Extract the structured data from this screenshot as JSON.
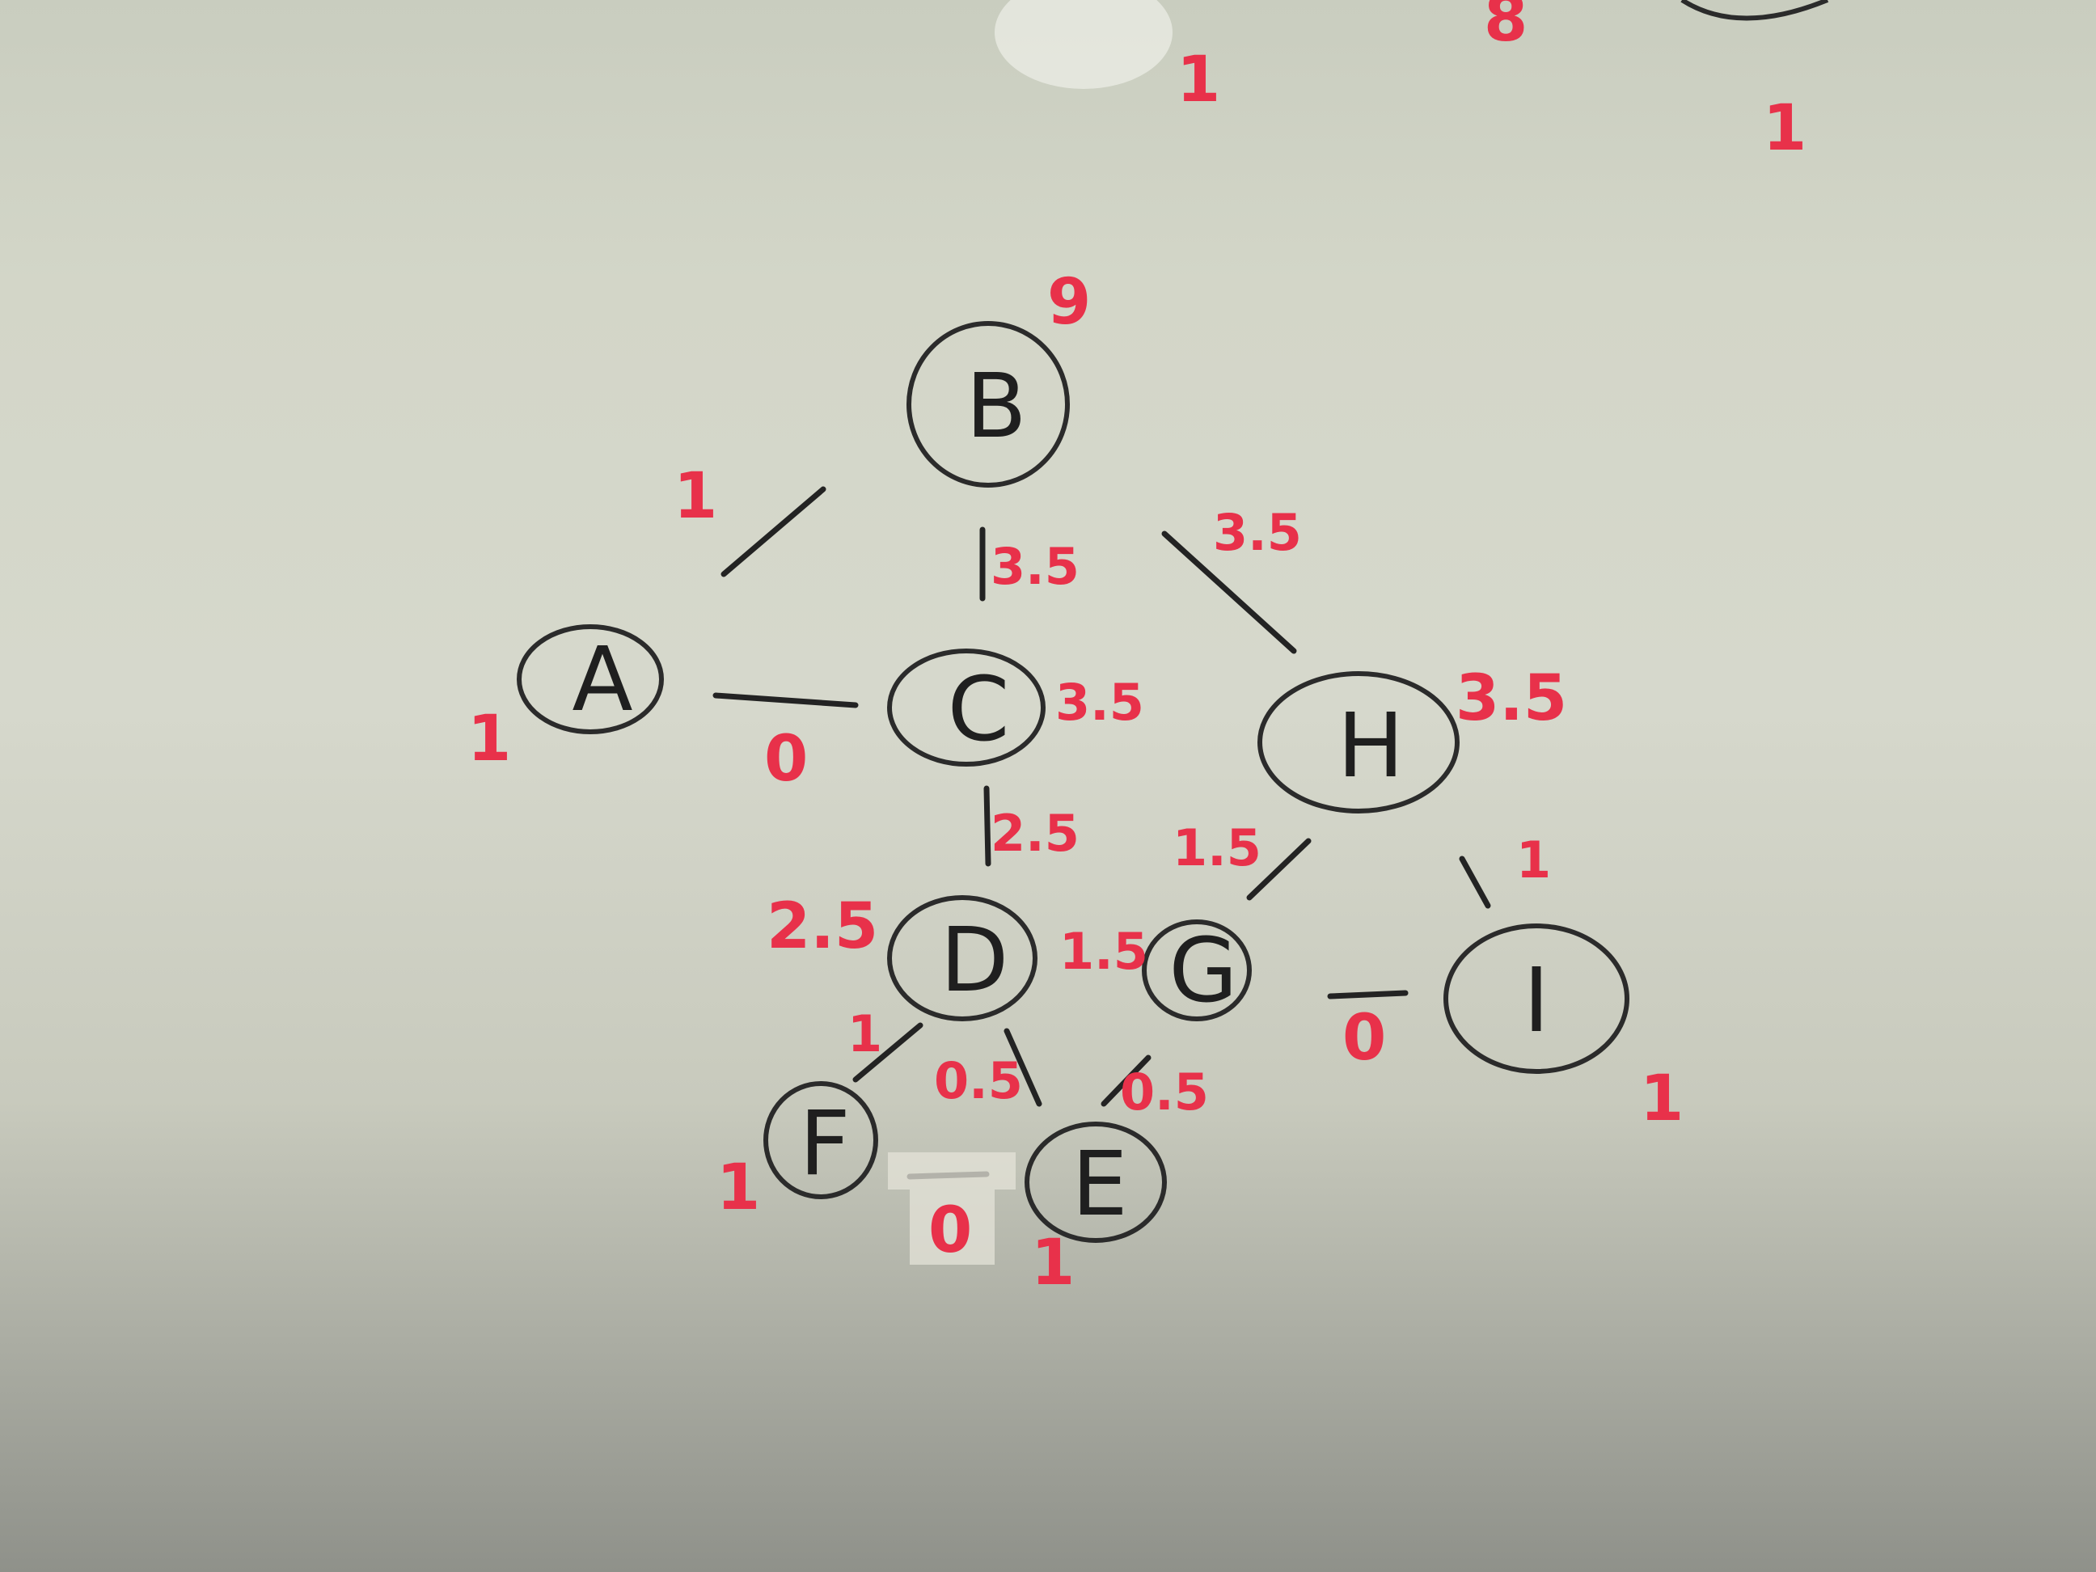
{
  "colors": {
    "marker_black": "#232323",
    "marker_red": "#e8314a",
    "board": "#d6d8cc"
  },
  "graph": {
    "nodes": [
      {
        "id": "B",
        "label": "B",
        "score": "9"
      },
      {
        "id": "A",
        "label": "A",
        "score": "1"
      },
      {
        "id": "C",
        "label": "C",
        "score": "3.5"
      },
      {
        "id": "H",
        "label": "H",
        "score": "3.5"
      },
      {
        "id": "D",
        "label": "D",
        "score": "2.5"
      },
      {
        "id": "G",
        "label": "G",
        "score": "1.5"
      },
      {
        "id": "I",
        "label": "I",
        "score": "1"
      },
      {
        "id": "F",
        "label": "F",
        "score": "1"
      },
      {
        "id": "E",
        "label": "E",
        "score": "1"
      }
    ],
    "edges": [
      {
        "from": "B",
        "to": "A",
        "weight": "1"
      },
      {
        "from": "B",
        "to": "C",
        "weight": "3.5"
      },
      {
        "from": "B",
        "to": "H",
        "weight": "3.5"
      },
      {
        "from": "A",
        "to": "C",
        "weight": "0"
      },
      {
        "from": "C",
        "to": "D",
        "weight": "2.5"
      },
      {
        "from": "H",
        "to": "G",
        "weight": "1.5"
      },
      {
        "from": "H",
        "to": "I",
        "weight": "1"
      },
      {
        "from": "G",
        "to": "I",
        "weight": "0"
      },
      {
        "from": "D",
        "to": "F",
        "weight": "1"
      },
      {
        "from": "D",
        "to": "E",
        "weight": "0.5"
      },
      {
        "from": "G",
        "to": "E",
        "weight": "0.5"
      },
      {
        "from": "F",
        "to": "E",
        "weight": "0"
      }
    ]
  },
  "top_partial_marks": [
    "1",
    "8",
    "1"
  ]
}
